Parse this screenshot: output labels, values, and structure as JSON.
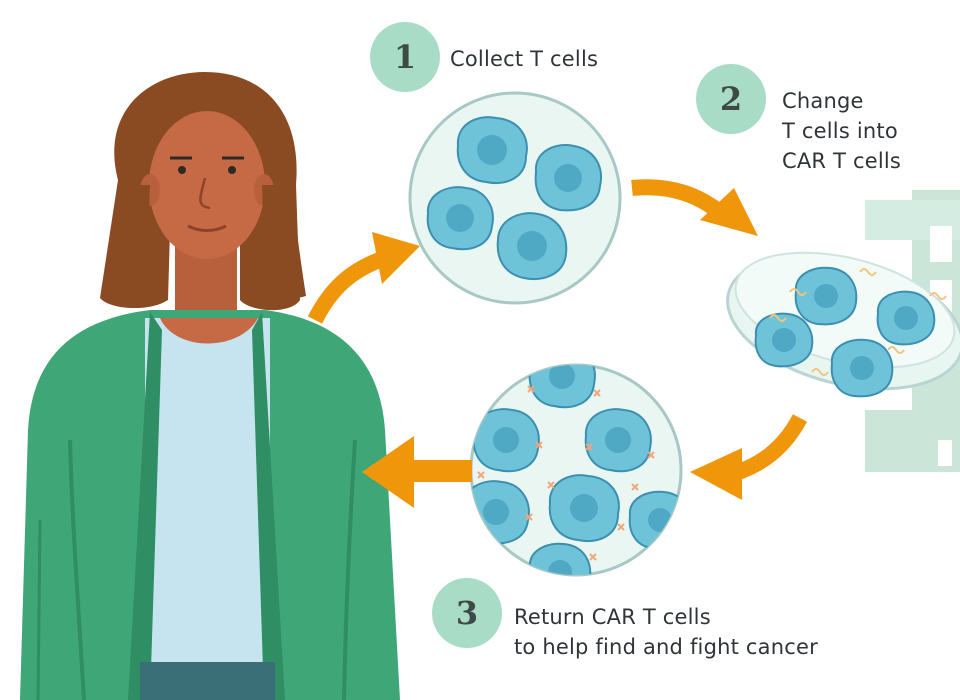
{
  "colors": {
    "badge_bg": "#a9dcc7",
    "badge_text": "#3d4a46",
    "arrow": "#f0960a",
    "cell_fill": "#6fc3d9",
    "cell_nucleus": "#4fa8c4",
    "dish_bg": "#e8f6f1",
    "cardigan": "#3fa677",
    "shirt": "#c5e4ef",
    "skin": "#c56a45",
    "hair": "#8a4a22",
    "receptor": "#f2a67c"
  },
  "steps": [
    {
      "number": "1",
      "text": "Collect T cells"
    },
    {
      "number": "2",
      "text": "Change\nT cells into\nCAR T cells"
    },
    {
      "number": "3",
      "text": "Return CAR T cells\nto help find and fight cancer"
    }
  ],
  "icons": {
    "person": "patient-figure",
    "collect": "t-cells-circle",
    "dish": "petri-dish",
    "cart": "car-t-cells-circle",
    "arrow": "curved-arrow"
  }
}
